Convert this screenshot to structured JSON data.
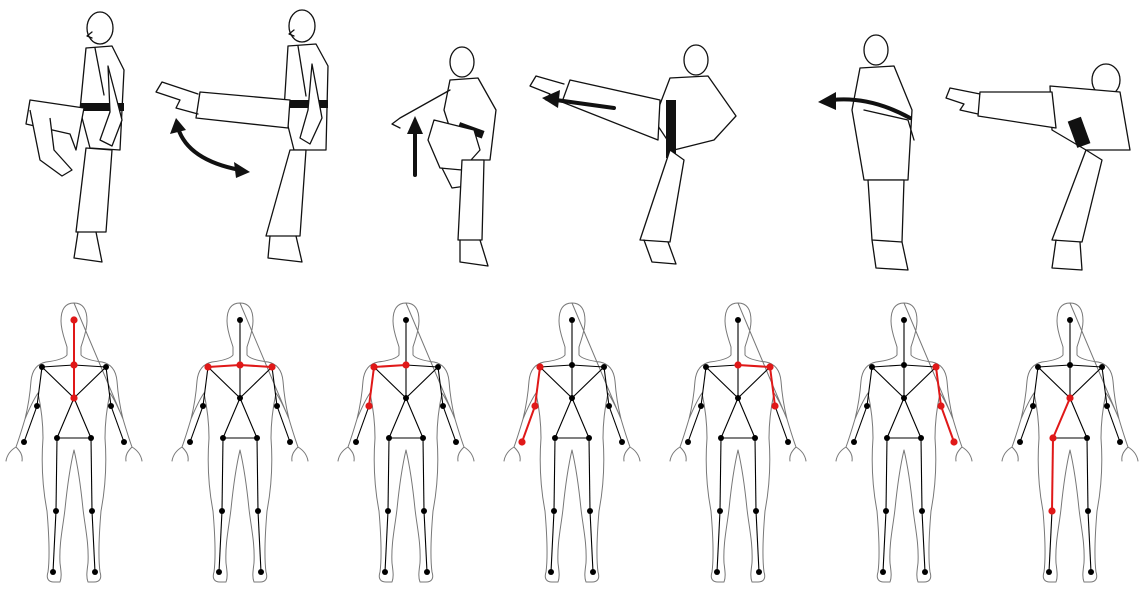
{
  "colors": {
    "highlight": "#e01818",
    "joint": "#000000",
    "outline": "#777777",
    "ink": "#111111"
  },
  "kick_sequences": [
    {
      "name": "front-kick",
      "frames": [
        "chamber",
        "extension"
      ],
      "arrow": "curved-double-arrow"
    },
    {
      "name": "side-kick",
      "frames": [
        "chamber",
        "extension"
      ],
      "arrow": "up-arrow-then-left-arrow"
    },
    {
      "name": "back-kick",
      "frames": [
        "turn",
        "extension"
      ],
      "arrow": "left-arrow"
    }
  ],
  "skeleton_panels": [
    {
      "highlight_edges": [
        [
          "head",
          "neck"
        ],
        [
          "neck",
          "torso"
        ]
      ]
    },
    {
      "highlight_edges": [
        [
          "l_shoulder",
          "neck"
        ],
        [
          "neck",
          "r_shoulder"
        ]
      ]
    },
    {
      "highlight_edges": [
        [
          "neck",
          "l_shoulder"
        ],
        [
          "l_shoulder",
          "l_elbow"
        ]
      ]
    },
    {
      "highlight_edges": [
        [
          "l_shoulder",
          "l_elbow"
        ],
        [
          "l_elbow",
          "l_wrist"
        ]
      ]
    },
    {
      "highlight_edges": [
        [
          "neck",
          "r_shoulder"
        ],
        [
          "r_shoulder",
          "r_elbow"
        ]
      ]
    },
    {
      "highlight_edges": [
        [
          "r_shoulder",
          "r_elbow"
        ],
        [
          "r_elbow",
          "r_wrist"
        ]
      ]
    },
    {
      "highlight_edges": [
        [
          "torso",
          "l_hip"
        ],
        [
          "l_hip",
          "l_knee"
        ]
      ]
    }
  ]
}
